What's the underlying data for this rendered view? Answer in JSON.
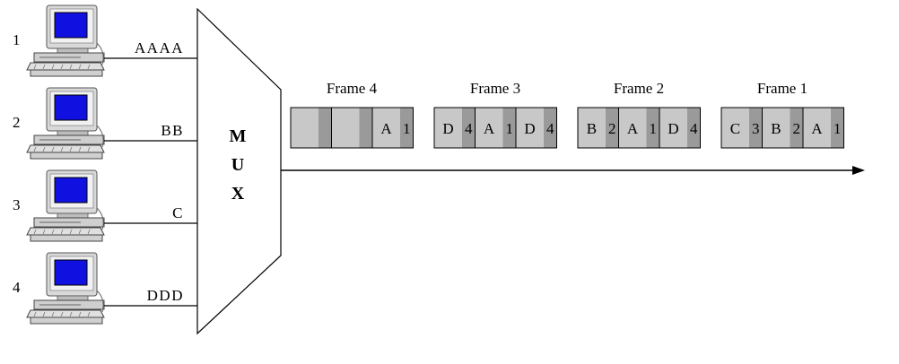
{
  "terminals": [
    {
      "number": "1",
      "signal": "AAAA"
    },
    {
      "number": "2",
      "signal": "BB"
    },
    {
      "number": "3",
      "signal": "C"
    },
    {
      "number": "4",
      "signal": "DDD"
    }
  ],
  "mux": {
    "letters": [
      "M",
      "U",
      "X"
    ]
  },
  "frames": [
    {
      "title": "Frame 4",
      "slots": [
        {
          "letter": "",
          "index": ""
        },
        {
          "letter": "",
          "index": ""
        },
        {
          "letter": "A",
          "index": "1"
        }
      ]
    },
    {
      "title": "Frame 3",
      "slots": [
        {
          "letter": "D",
          "index": "4"
        },
        {
          "letter": "A",
          "index": "1"
        },
        {
          "letter": "D",
          "index": "4"
        }
      ]
    },
    {
      "title": "Frame 2",
      "slots": [
        {
          "letter": "B",
          "index": "2"
        },
        {
          "letter": "A",
          "index": "1"
        },
        {
          "letter": "D",
          "index": "4"
        }
      ]
    },
    {
      "title": "Frame 1",
      "slots": [
        {
          "letter": "C",
          "index": "3"
        },
        {
          "letter": "B",
          "index": "2"
        },
        {
          "letter": "A",
          "index": "1"
        }
      ]
    }
  ],
  "colors": {
    "slot_light": "#c8c8c8",
    "slot_dark": "#9a9a9a",
    "screen": "#1010e0",
    "line": "#000000"
  }
}
